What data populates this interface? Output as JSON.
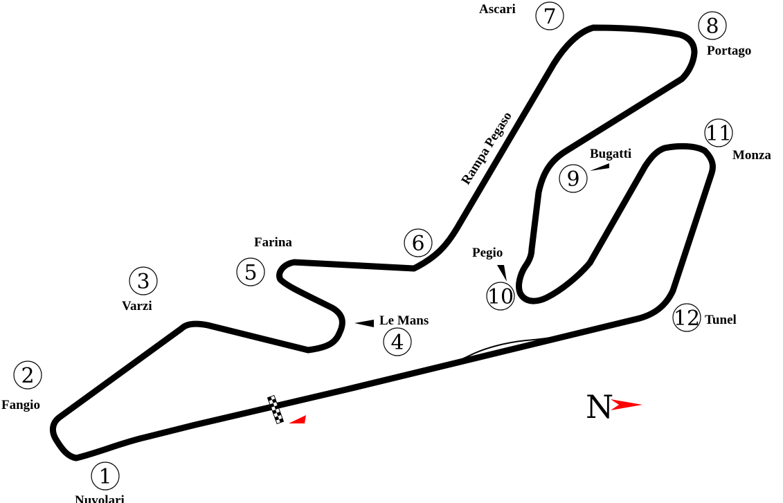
{
  "track": {
    "track_color": "#000000",
    "direction_arrow_color": "#ff0000",
    "corners": [
      {
        "number": "1",
        "name": "Nuvolari"
      },
      {
        "number": "2",
        "name": "Fangio"
      },
      {
        "number": "3",
        "name": "Varzi"
      },
      {
        "number": "4",
        "name": "Le Mans"
      },
      {
        "number": "5",
        "name": "Farina"
      },
      {
        "number": "6",
        "name": ""
      },
      {
        "number": "7",
        "name": "Ascari"
      },
      {
        "number": "8",
        "name": "Portago"
      },
      {
        "number": "9",
        "name": "Bugatti"
      },
      {
        "number": "10",
        "name": "Pegio"
      },
      {
        "number": "11",
        "name": "Monza"
      },
      {
        "number": "12",
        "name": "Tunel"
      }
    ],
    "straight_name": "Rampa Pegaso",
    "compass": {
      "letter": "N",
      "arrow_color": "#ff0000"
    },
    "icons": [
      "checkered-flag-icon",
      "direction-arrow-icon",
      "north-arrow-icon"
    ]
  }
}
